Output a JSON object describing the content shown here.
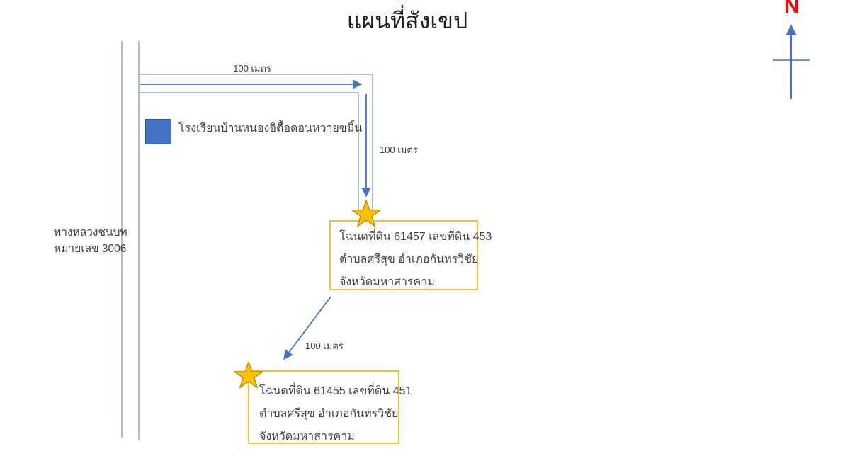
{
  "title": "แผนที่สังเขป",
  "compass": {
    "label": "N"
  },
  "road": {
    "label_line1": "ทางหลวงชนบท",
    "label_line2": "หมายเลข 3006"
  },
  "school": {
    "label": "โรงเรียนบ้านหนองอิตื้อดอนหวายขมิ้น"
  },
  "distances": {
    "top": "100 เมตร",
    "right": "100 เมตร",
    "diagonal": "100 เมตร"
  },
  "parcels": [
    {
      "line1": "โฉนดที่ดิน 61457 เลขที่ดิน 453",
      "line2": "ตำบลศรีสุข อำเภอกันทรวิชัย",
      "line3": "จังหวัดมหาสารคาม"
    },
    {
      "line1": "โฉนดที่ดิน 61455 เลขที่ดิน 451",
      "line2": "ตำบลศรีสุข อำเภอกันทรวิชัย",
      "line3": "จังหวัดมหาสารคาม"
    }
  ],
  "icons": {
    "north_arrow": "compass-north-arrow",
    "parcel_marker": "gold-star"
  },
  "colors": {
    "road_line": "#93a9d6",
    "arrow": "#4472c4",
    "north_letter": "#ff0000",
    "school_square_fill": "#4472c4",
    "school_square_border": "#2e5597",
    "deed_box_border": "#f2c230",
    "star_fill": "#ffc000",
    "star_stroke": "#bf8f00",
    "text": "#3f3f3f",
    "background": "#ffffff"
  }
}
